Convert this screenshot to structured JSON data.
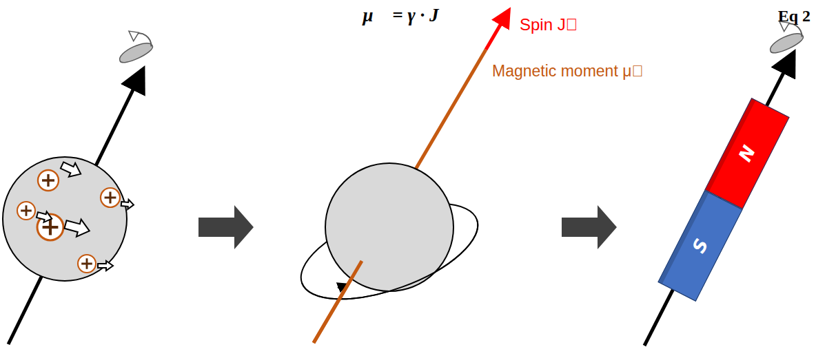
{
  "diagram": {
    "nodes": [
      {
        "text": [
          "N"
        ]
      },
      {
        "text": [
          "S"
        ]
      }
    ],
    "labels": [
      "μ⃗ = γ · J⃗",
      "Eq 2",
      "Spin J⃗",
      "Magnetic moment μ⃗"
    ]
  }
}
